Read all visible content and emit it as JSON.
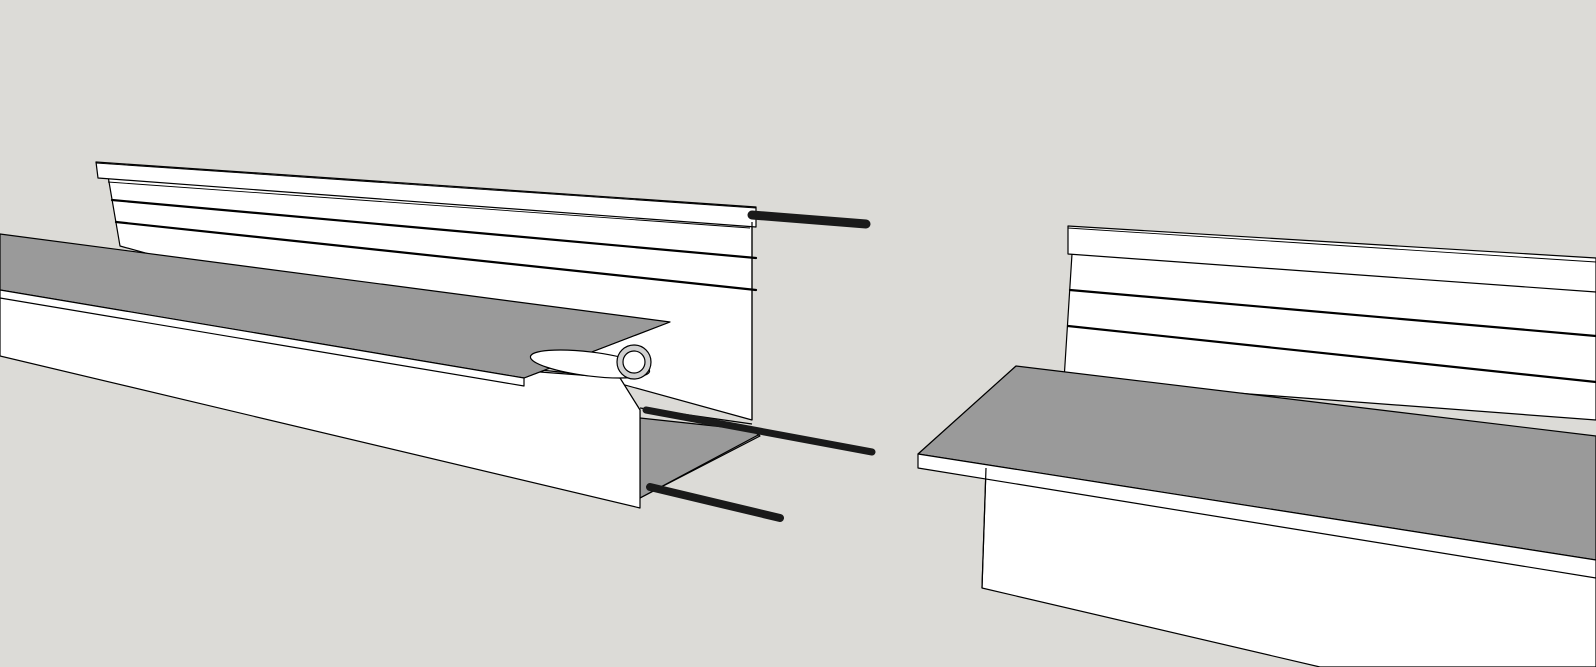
{
  "scene": {
    "background_color": "#dcdbd7",
    "face_light_color": "#ffffff",
    "face_shaded_color": "#9a9a9a",
    "edge_color": "#000000",
    "pin_color": "#1a1a1a"
  },
  "objects": {
    "left_extrusion": {
      "pins": 3,
      "grooves": 2
    },
    "right_extrusion": {
      "grooves": 2
    }
  }
}
